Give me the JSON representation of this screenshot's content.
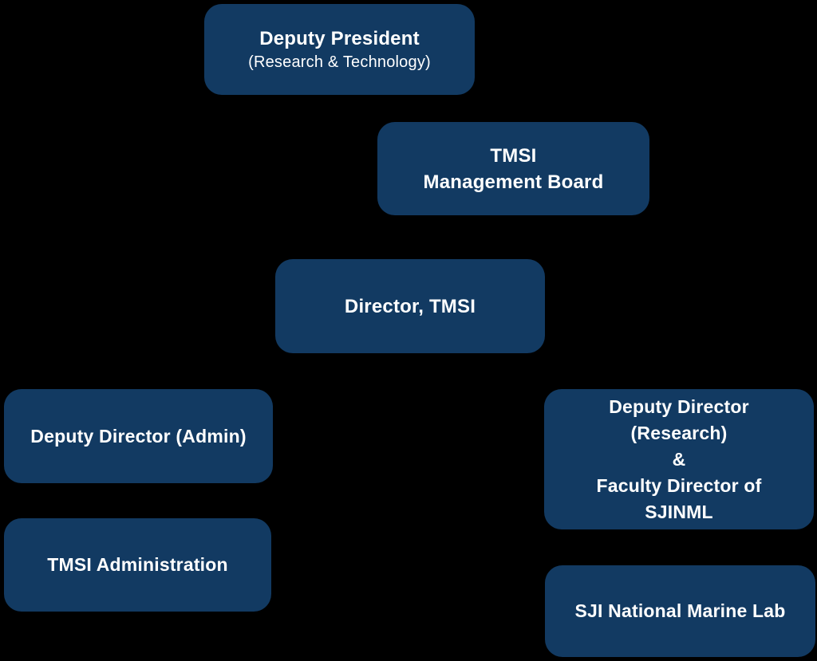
{
  "page": {
    "background_color": "#000000"
  },
  "diagram": {
    "type": "org-chart",
    "box_fill": "#123A62",
    "text_color": "#FFFFFF",
    "nodes": [
      {
        "id": "deputy-president",
        "lines": [
          "Deputy President",
          "(Research & Technology)"
        ]
      },
      {
        "id": "tmsi-management-board",
        "lines": [
          "TMSI",
          "Management Board"
        ]
      },
      {
        "id": "director-tmsi",
        "lines": [
          "Director, TMSI"
        ]
      },
      {
        "id": "deputy-director-admin",
        "lines": [
          "Deputy Director (Admin)"
        ]
      },
      {
        "id": "deputy-director-research",
        "lines": [
          "Deputy Director",
          "(Research)",
          "&",
          "Faculty Director of",
          "SJINML"
        ]
      },
      {
        "id": "tmsi-administration",
        "lines": [
          "TMSI Administration"
        ]
      },
      {
        "id": "sji-national-marine-lab",
        "lines": [
          "SJI National Marine Lab"
        ]
      }
    ]
  }
}
